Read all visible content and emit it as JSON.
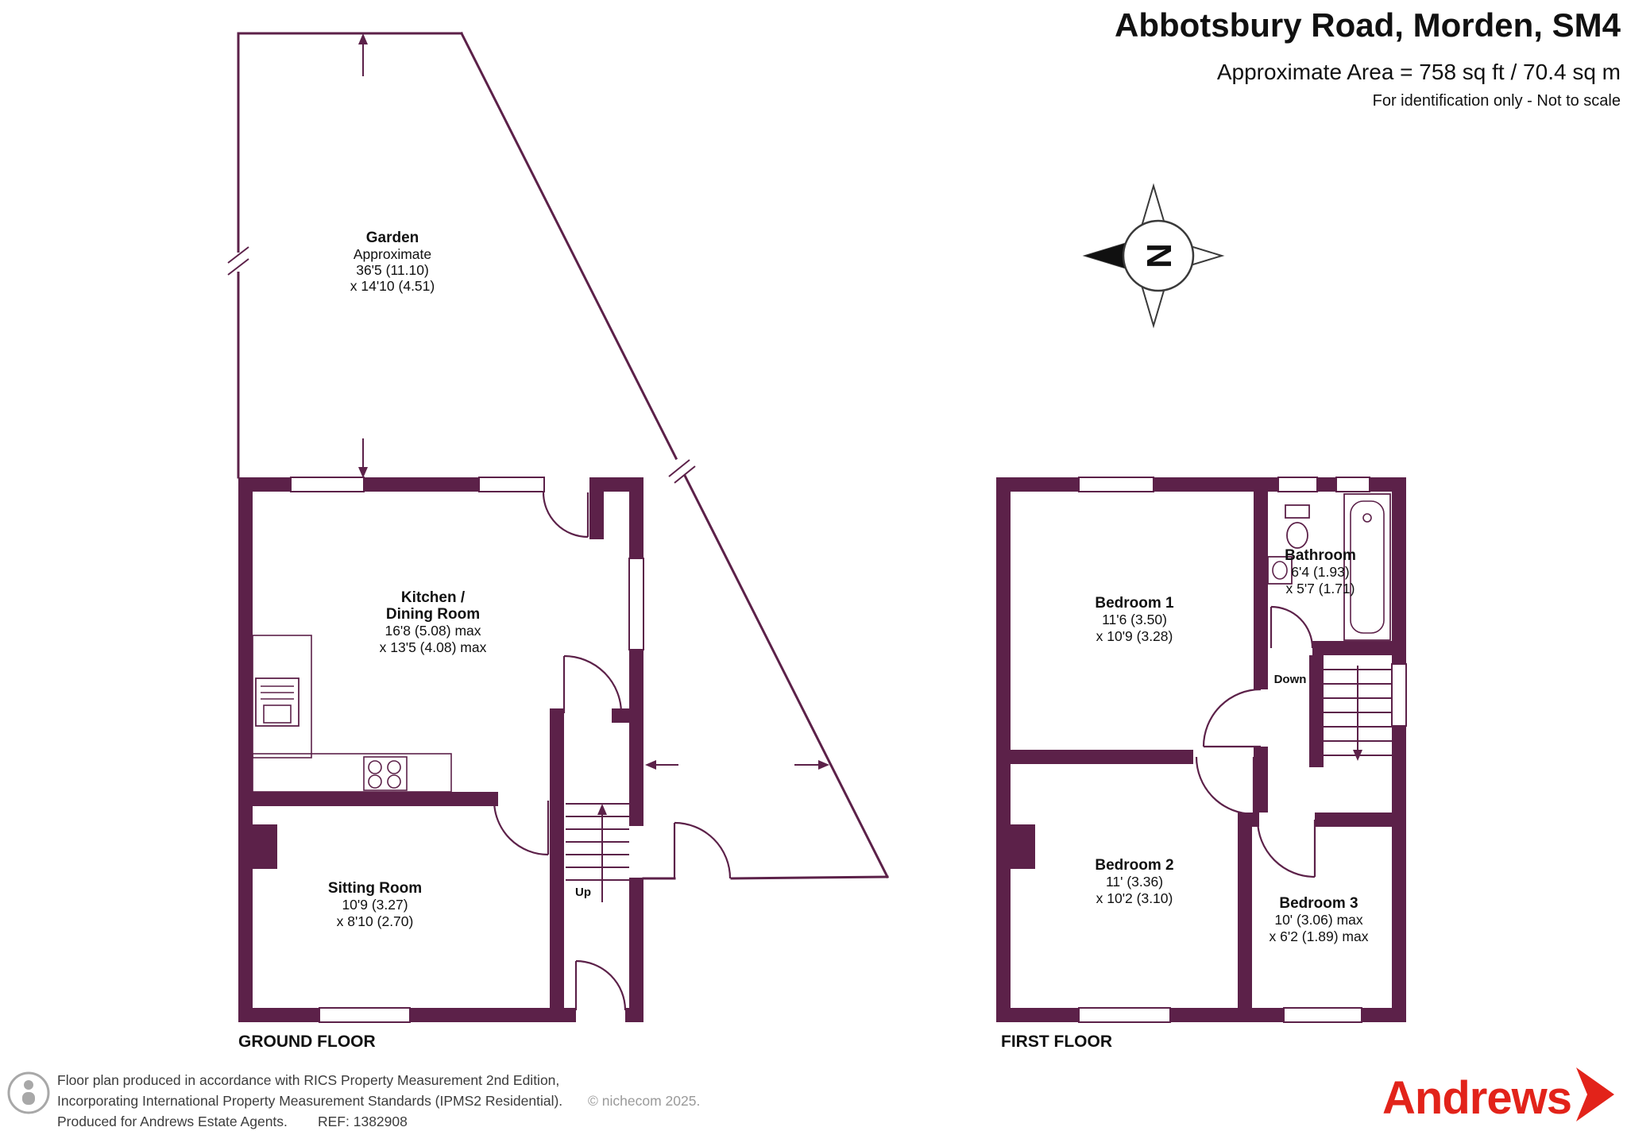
{
  "header": {
    "title": "Abbotsbury Road, Morden, SM4",
    "area": "Approximate Area = 758 sq ft / 70.4 sq m",
    "note": "For identification only - Not to scale"
  },
  "compass": {
    "north_label": "N"
  },
  "ground_floor": {
    "label": "GROUND FLOOR",
    "garden": {
      "name": "Garden",
      "note": "Approximate",
      "dim1": "36'5 (11.10)",
      "dim2": "x 14'10 (4.51)"
    },
    "kitchen_dining": {
      "name1": "Kitchen /",
      "name2": "Dining Room",
      "dim1": "16'8 (5.08) max",
      "dim2": "x 13'5 (4.08) max"
    },
    "sitting_room": {
      "name": "Sitting Room",
      "dim1": "10'9 (3.27)",
      "dim2": "x 8'10 (2.70)"
    },
    "stairs_label": "Up"
  },
  "first_floor": {
    "label": "FIRST FLOOR",
    "bedroom1": {
      "name": "Bedroom 1",
      "dim1": "11'6 (3.50)",
      "dim2": "x 10'9 (3.28)"
    },
    "bathroom": {
      "name": "Bathroom",
      "dim1": "6'4 (1.93)",
      "dim2": "x 5'7 (1.71)"
    },
    "bedroom2": {
      "name": "Bedroom 2",
      "dim1": "11' (3.36)",
      "dim2": "x 10'2 (3.10)"
    },
    "bedroom3": {
      "name": "Bedroom 3",
      "dim1": "10' (3.06) max",
      "dim2": "x 6'2 (1.89) max"
    },
    "stairs_label": "Down"
  },
  "footer": {
    "line1": "Floor plan produced in accordance with RICS Property Measurement 2nd Edition,",
    "line2": "Incorporating International Property Measurement Standards (IPMS2 Residential).",
    "copyright": "© nichecom 2025.",
    "produced": "Produced for Andrews Estate Agents.",
    "ref": "REF: 1382908",
    "brand": "Andrews"
  },
  "colors": {
    "wall": "#5c2149",
    "brand_red": "#e2231a"
  }
}
